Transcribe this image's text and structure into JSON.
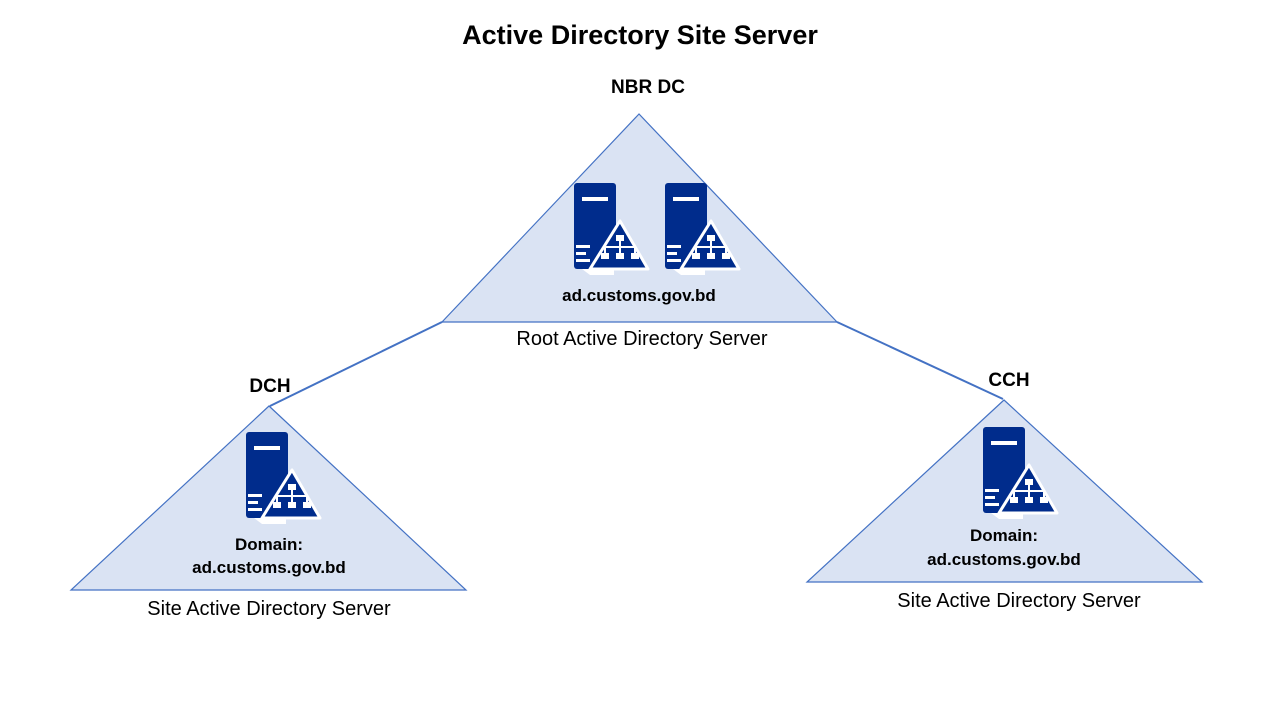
{
  "title": "Active Directory Site Server",
  "colors": {
    "triangle_fill": "#dae3f3",
    "triangle_stroke": "#4472c4",
    "connector": "#4472c4",
    "server_icon": "#002c8c"
  },
  "nodes": {
    "root": {
      "name": "NBR DC",
      "domain": "ad.customs.gov.bd",
      "caption": "Root Active Directory Server",
      "icon": "directory-server-icon",
      "server_count": 2
    },
    "left": {
      "name": "DCH",
      "domain_label": "Domain:",
      "domain": "ad.customs.gov.bd",
      "caption": "Site Active Directory Server",
      "icon": "directory-server-icon",
      "server_count": 1
    },
    "right": {
      "name": "CCH",
      "domain_label": "Domain:",
      "domain": "ad.customs.gov.bd",
      "caption": "Site Active Directory Server",
      "icon": "directory-server-icon",
      "server_count": 1
    }
  }
}
